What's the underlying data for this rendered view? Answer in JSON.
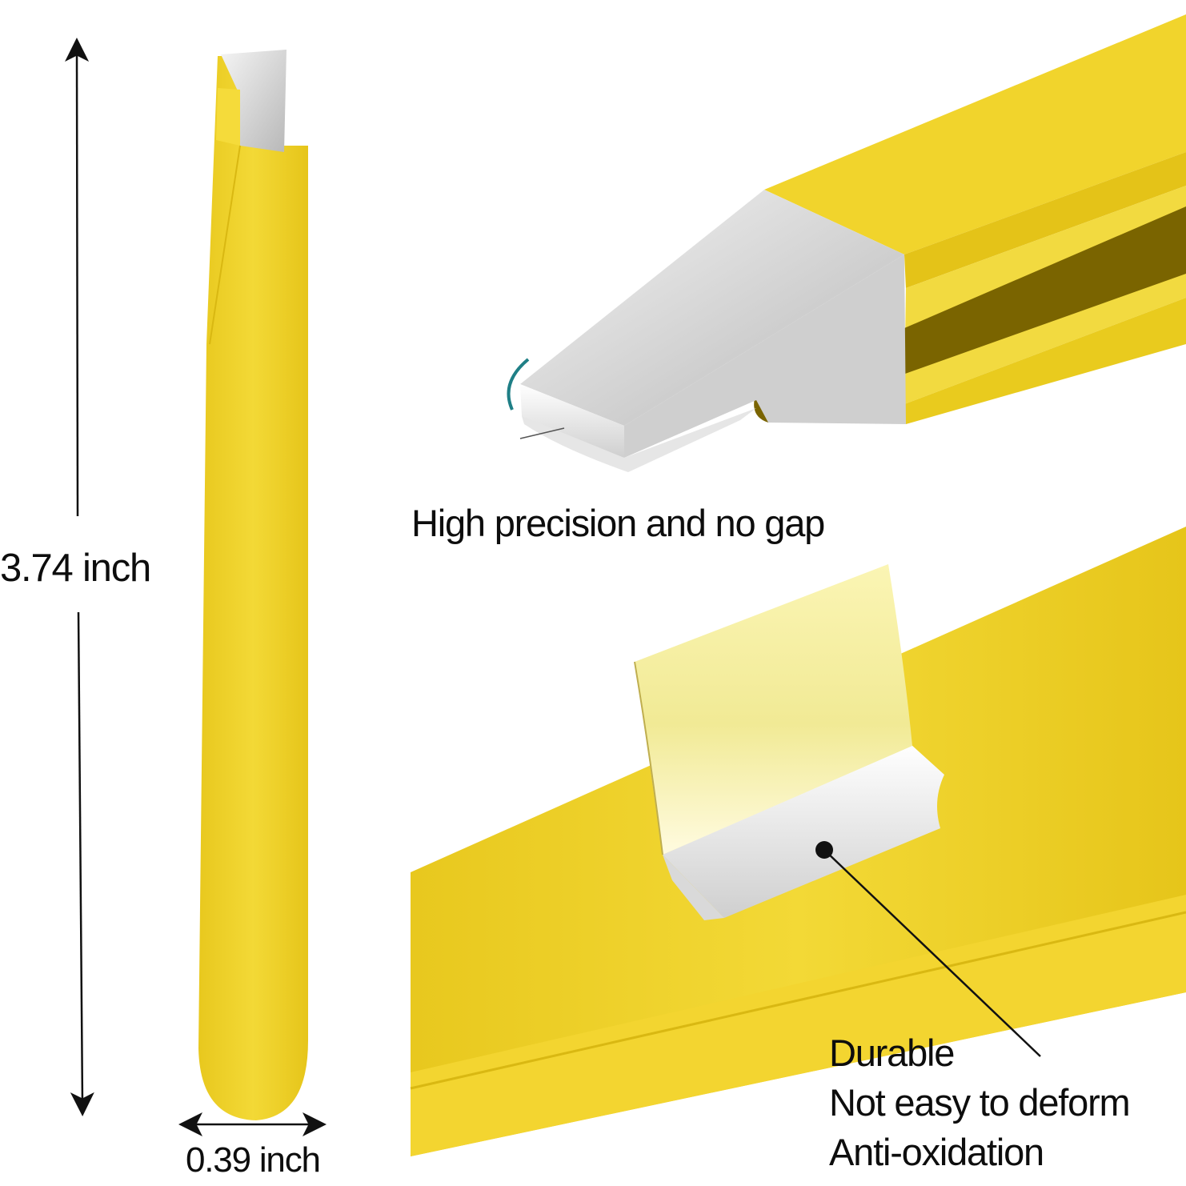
{
  "dimensions": {
    "length": "3.74 inch",
    "width": "0.39 inch"
  },
  "features": {
    "precision": "High precision and no gap",
    "benefits": [
      "Durable",
      "Not easy to deform",
      "Anti-oxidation"
    ]
  },
  "colors": {
    "yellow": "#efd22e",
    "yellow_dark": "#c9aa10",
    "yellow_shadow": "#7a6400",
    "steel": "#d2d2d2",
    "steel_dark": "#a9a9a9",
    "teal_accent": "#1f7f86",
    "text": "#0d0d0d"
  }
}
